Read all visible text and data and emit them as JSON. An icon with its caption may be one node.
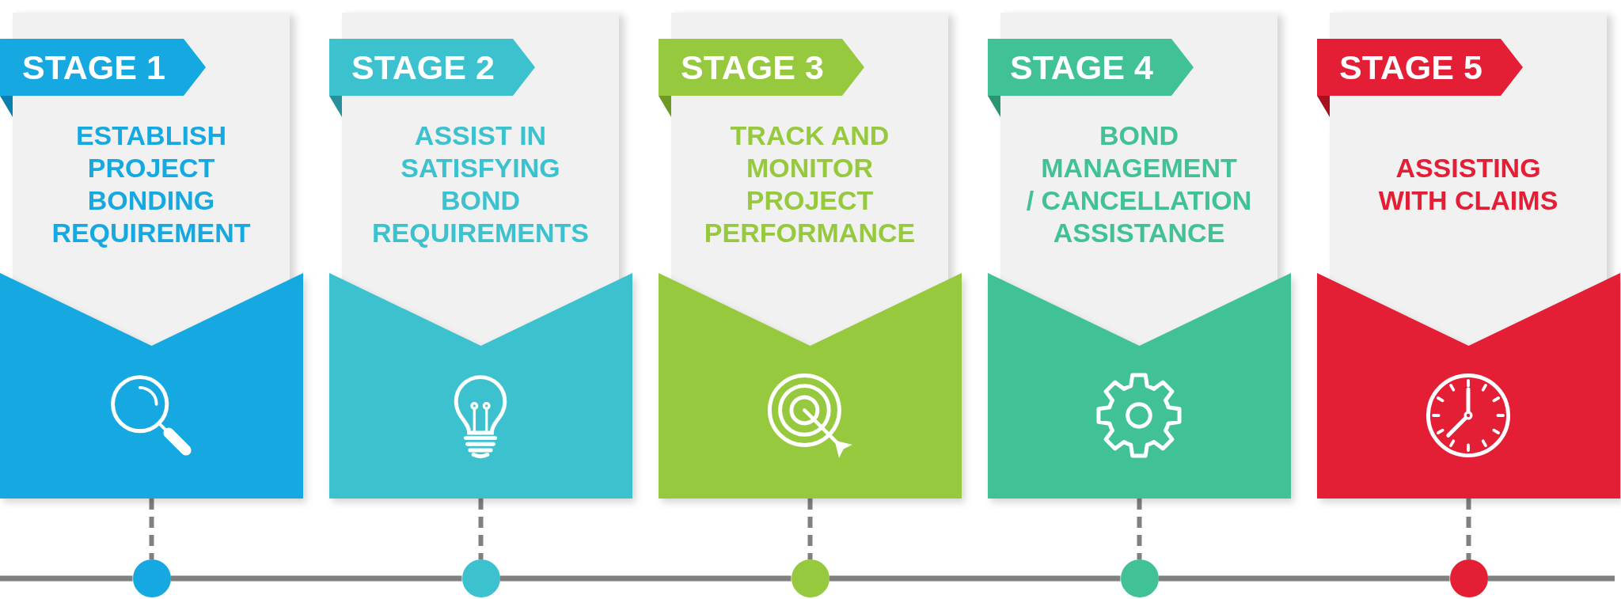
{
  "diagram": {
    "nodes": [
      {
        "text": [
          "STAGE 1",
          "ESTABLISH PROJECT BONDING REQUIREMENT"
        ]
      },
      {
        "text": [
          "STAGE 2",
          "ASSIST IN SATISFYING BOND REQUIREMENTS"
        ]
      },
      {
        "text": [
          "STAGE 3",
          "TRACK AND MONITOR PROJECT PERFORMANCE"
        ]
      },
      {
        "text": [
          "STAGE 4",
          "BOND MANAGEMENT / CANCELLATION ASSISTANCE"
        ]
      },
      {
        "text": [
          "STAGE 5",
          "ASSISTING WITH CLAIMS"
        ]
      },
      {
        "text": [],
        "shape": "circle"
      },
      {
        "text": [],
        "shape": "circle"
      },
      {
        "text": [],
        "shape": "circle"
      },
      {
        "text": [],
        "shape": "circle"
      },
      {
        "text": [],
        "shape": "circle"
      }
    ],
    "edges": [
      {
        "from": 0,
        "to": 5,
        "arrow": "none",
        "style": "dashed"
      },
      {
        "from": 1,
        "to": 6,
        "arrow": "none",
        "style": "dashed"
      },
      {
        "from": 2,
        "to": 7,
        "arrow": "none",
        "style": "dashed"
      },
      {
        "from": 3,
        "to": 8,
        "arrow": "none",
        "style": "dashed"
      },
      {
        "from": 4,
        "to": 9,
        "arrow": "none",
        "style": "dashed"
      },
      {
        "from": null,
        "to": 5,
        "arrow": "none"
      },
      {
        "from": 5,
        "to": 6,
        "arrow": "none"
      },
      {
        "from": 6,
        "to": 7,
        "arrow": "none"
      },
      {
        "from": 7,
        "to": 8,
        "arrow": "none"
      },
      {
        "from": 8,
        "to": 9,
        "arrow": "none"
      },
      {
        "from": 9,
        "to": null,
        "arrow": "none"
      }
    ]
  }
}
